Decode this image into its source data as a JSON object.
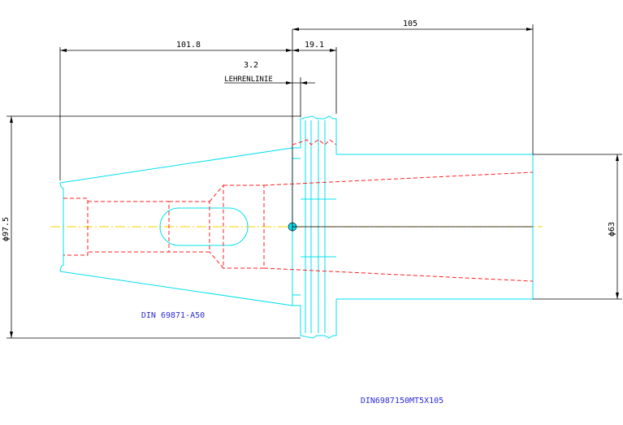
{
  "colors": {
    "outline": "#00e0f0",
    "hidden": "#ff2020",
    "dimension": "#000000",
    "centerline": "#ffd000",
    "label": "#2b2bd6"
  },
  "dimensions": {
    "total_length": "105",
    "taper_length": "101.8",
    "flange_width": "19.1",
    "gauge_offset": "3.2",
    "gauge_label": "LEHRENLINIE",
    "taper_diameter": "ϕ97.5",
    "shank_diameter": "ϕ63"
  },
  "labels": {
    "taper_standard": "DIN 69871-A50",
    "part_number": "DIN6987150MT5X105"
  }
}
